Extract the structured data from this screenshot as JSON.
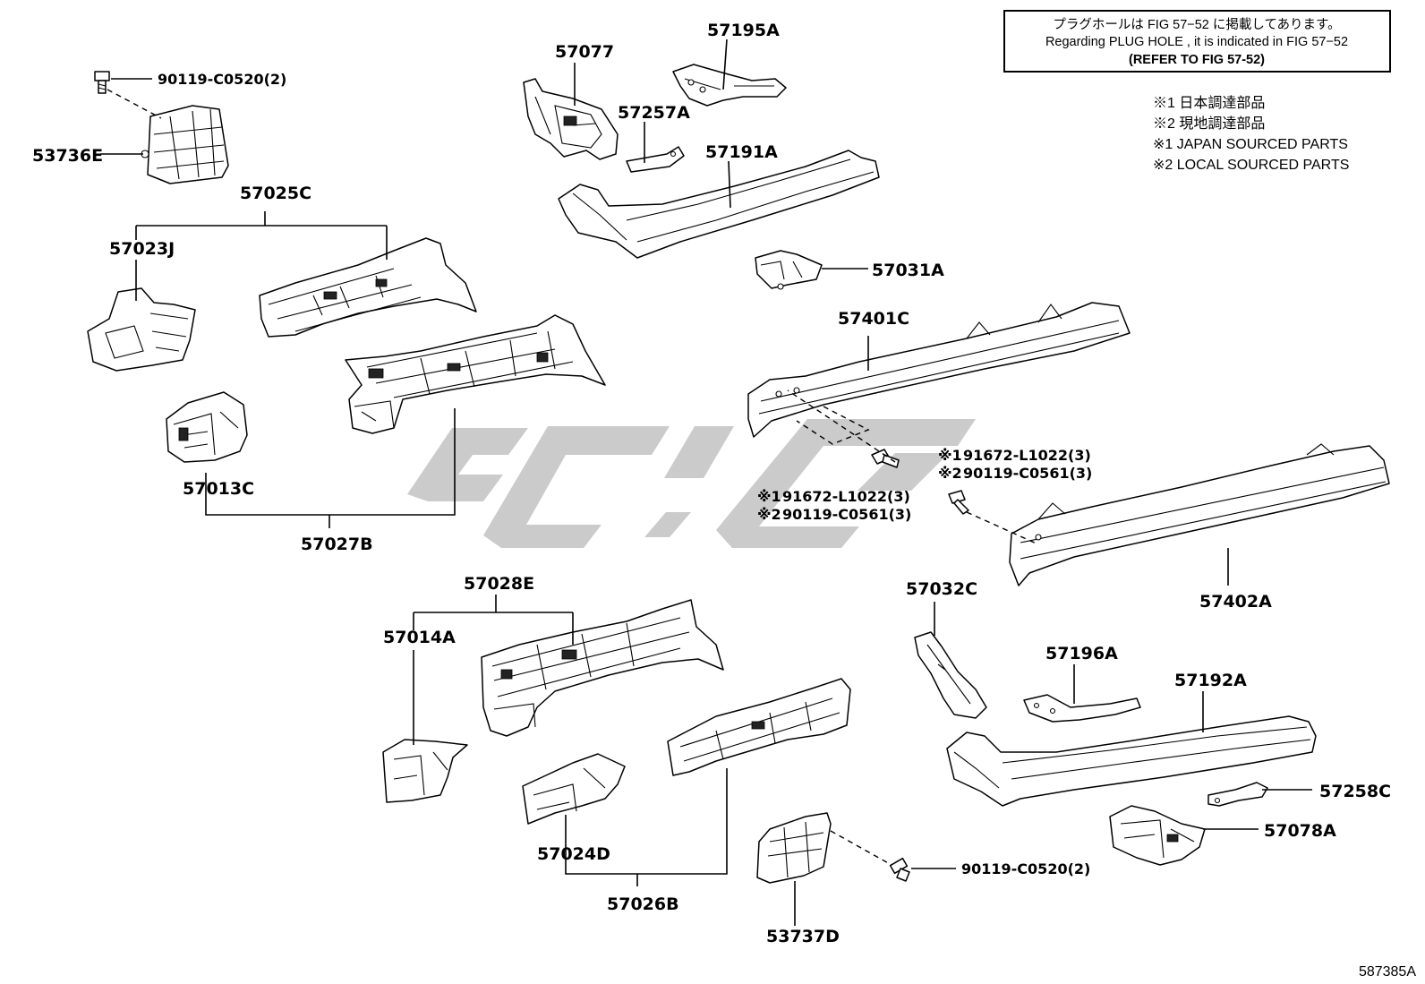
{
  "note": {
    "line_jp": "プラグホールは FIG  57−52 に掲載してあります。",
    "line_en": "Regarding  PLUG  HOLE , it is indicated in  FIG  57−52",
    "line_ref": "(REFER TO FIG 57-52)"
  },
  "legend": [
    "※1  日本調達部品",
    "※2  現地調達部品",
    "※1  JAPAN SOURCED PARTS",
    "※2  LOCAL SOURCED PARTS"
  ],
  "parts": {
    "p57195A": "57195A",
    "p57077": "57077",
    "p57257A": "57257A",
    "p57191A": "57191A",
    "p57031A": "57031A",
    "p53736E": "53736E",
    "p57025C": "57025C",
    "p57023J": "57023J",
    "p57013C": "57013C",
    "p57027B": "57027B",
    "p57401C": "57401C",
    "p57402A": "57402A",
    "p57028E": "57028E",
    "p57014A": "57014A",
    "p57024D": "57024D",
    "p57026B": "57026B",
    "p53737D": "53737D",
    "p57032C": "57032C",
    "p57196A": "57196A",
    "p57192A": "57192A",
    "p57258C": "57258C",
    "p57078A": "57078A"
  },
  "hardware": {
    "bolt_top": "90119-C0520(2)",
    "bolt_bottom": "90119-C0520(2)",
    "mark_a1": "※1",
    "num_a1": "91672-L1022(3)",
    "mark_a2": "※2",
    "num_a2": "90119-C0561(3)",
    "mark_b1": "※1",
    "num_b1": "91672-L1022(3)",
    "mark_b2": "※2",
    "num_b2": "90119-C0561(3)"
  },
  "figure_ref": "587385A",
  "colors": {
    "line": "#000000",
    "watermark": "#b9b9b9",
    "background": "#ffffff"
  }
}
